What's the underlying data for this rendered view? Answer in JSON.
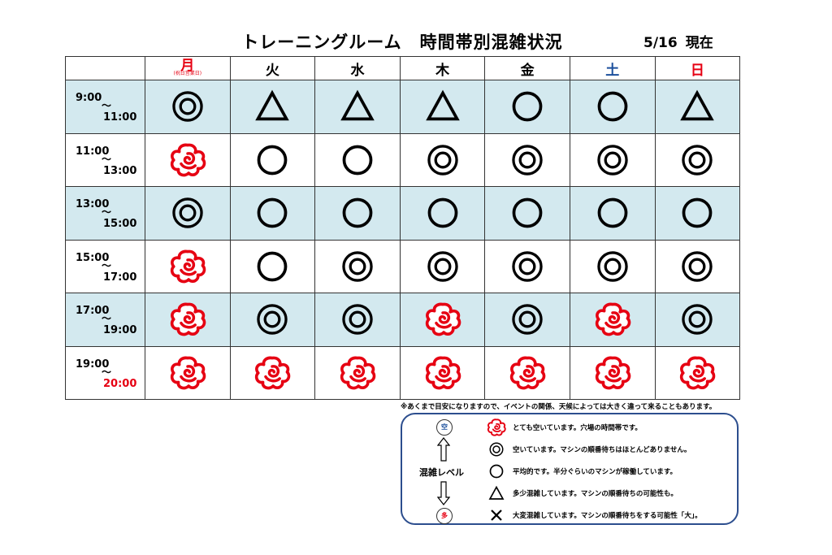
{
  "title": "トレーニングルーム　時間帯別混雑状況",
  "as_of": {
    "date": "5/16",
    "label": "現在"
  },
  "days": [
    {
      "label": "月",
      "sub": "(祝日営業日)",
      "tone": "mon"
    },
    {
      "label": "火",
      "tone": ""
    },
    {
      "label": "水",
      "tone": ""
    },
    {
      "label": "木",
      "tone": ""
    },
    {
      "label": "金",
      "tone": ""
    },
    {
      "label": "土",
      "tone": "sat"
    },
    {
      "label": "日",
      "tone": "sun"
    }
  ],
  "slots": [
    {
      "start": "9:00",
      "tilde": "～",
      "end": "11:00",
      "end_red": false,
      "levels": [
        "double-circle",
        "triangle",
        "triangle",
        "triangle",
        "circle",
        "circle",
        "triangle"
      ]
    },
    {
      "start": "11:00",
      "tilde": "～",
      "end": "13:00",
      "end_red": false,
      "levels": [
        "flower",
        "circle",
        "circle",
        "double-circle",
        "double-circle",
        "double-circle",
        "double-circle"
      ]
    },
    {
      "start": "13:00",
      "tilde": "～",
      "end": "15:00",
      "end_red": false,
      "levels": [
        "double-circle",
        "circle",
        "circle",
        "circle",
        "circle",
        "circle",
        "circle"
      ]
    },
    {
      "start": "15:00",
      "tilde": "～",
      "end": "17:00",
      "end_red": false,
      "levels": [
        "flower",
        "circle",
        "double-circle",
        "double-circle",
        "double-circle",
        "double-circle",
        "double-circle"
      ]
    },
    {
      "start": "17:00",
      "tilde": "～",
      "end": "19:00",
      "end_red": false,
      "levels": [
        "flower",
        "double-circle",
        "double-circle",
        "flower",
        "double-circle",
        "flower",
        "double-circle"
      ]
    },
    {
      "start": "19:00",
      "tilde": "～",
      "end": "20:00",
      "end_red": true,
      "levels": [
        "flower",
        "flower",
        "flower",
        "flower",
        "flower",
        "flower",
        "flower"
      ]
    }
  ],
  "note": "※あくまで目安になりますので、イベントの関係、天候によっては大きく違って来ることもあります。",
  "legend": {
    "top_marker": "空",
    "bottom_marker": "多",
    "scale_label": "混雑レベル",
    "items": [
      {
        "symbol": "flower",
        "text": "とても空いています。穴場の時間帯です。"
      },
      {
        "symbol": "double-circle",
        "text": "空いています。マシンの順番待ちはほとんどありません。"
      },
      {
        "symbol": "circle",
        "text": "平均的です。半分ぐらいのマシンが稼働しています。"
      },
      {
        "symbol": "triangle",
        "text": "多少混雑しています。マシンの順番待ちの可能性も。"
      },
      {
        "symbol": "cross",
        "text": "大変混雑しています。マシンの順番待ちをする可能性「大」。"
      }
    ]
  },
  "colors": {
    "accent_red": "#e60012",
    "saturday_blue": "#1b4f9c",
    "row_shade": "#d3e9ef",
    "legend_border": "#2c4e8e"
  }
}
